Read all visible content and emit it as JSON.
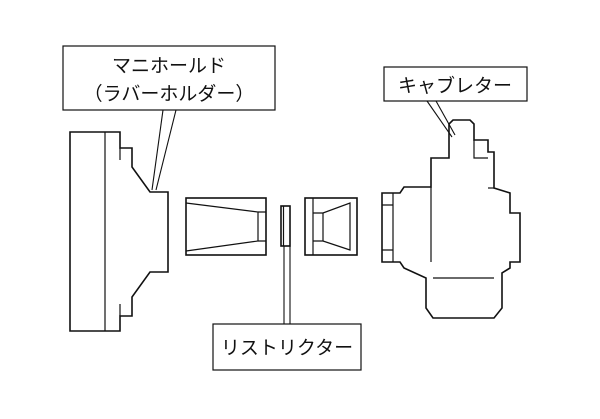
{
  "labels": {
    "manifold_line1": "マニホールド",
    "manifold_line2": "（ラバーホルダー）",
    "carburetor": "キャブレター",
    "restrictor": "リストリクター"
  },
  "colors": {
    "line": "#111111",
    "background": "#ffffff"
  }
}
